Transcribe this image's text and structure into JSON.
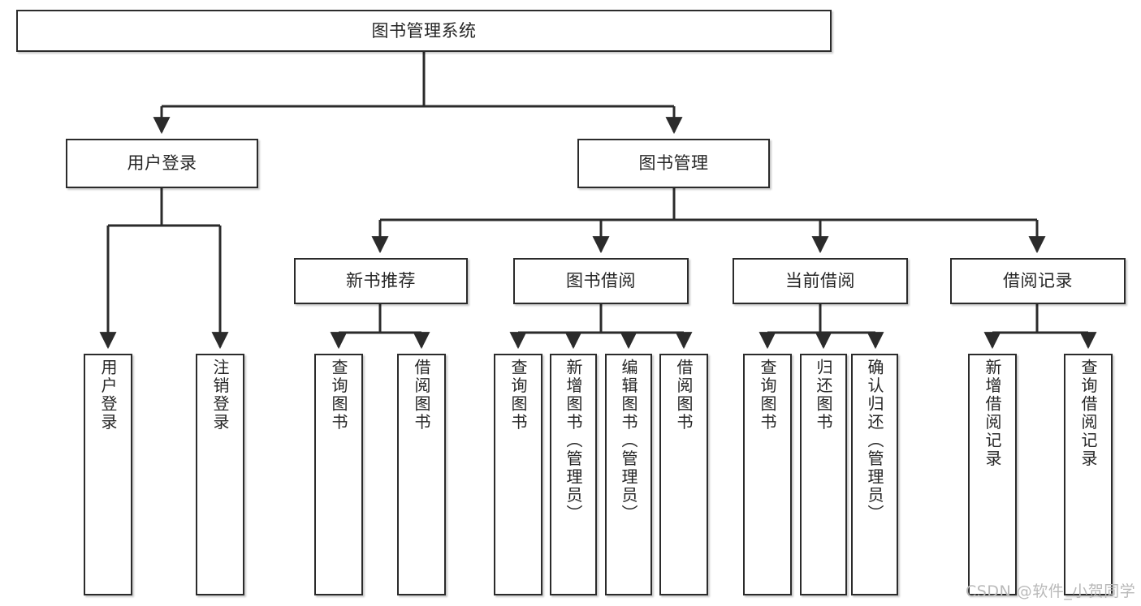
{
  "diagram": {
    "title": "图书管理系统",
    "type": "tree-hierarchy",
    "watermark": "CSDN @软件_小贺同学",
    "colors": {
      "box_border": "#2b2b2b",
      "box_fill": "#ffffff",
      "edge": "#2b2b2b",
      "text": "#262626",
      "watermark": "#b9b9b9"
    }
  },
  "nodes": {
    "root": {
      "label": "图书管理系统",
      "level": 1
    },
    "level2": [
      {
        "id": "user-login",
        "label": "用户登录"
      },
      {
        "id": "book-management",
        "label": "图书管理"
      }
    ],
    "level3": [
      {
        "id": "new-book-recommend",
        "label": "新书推荐"
      },
      {
        "id": "book-borrow",
        "label": "图书借阅"
      },
      {
        "id": "current-borrow",
        "label": "当前借阅"
      },
      {
        "id": "borrow-record",
        "label": "借阅记录"
      }
    ],
    "leaves": {
      "user-login": [
        {
          "id": "leaf-user-login",
          "label": "用户登录"
        },
        {
          "id": "leaf-logout-login",
          "label": "注销登录"
        }
      ],
      "new-book-recommend": [
        {
          "id": "leaf-query-book-1",
          "label": "查询图书"
        },
        {
          "id": "leaf-borrow-book-1",
          "label": "借阅图书"
        }
      ],
      "book-borrow": [
        {
          "id": "leaf-query-book-2",
          "label": "查询图书"
        },
        {
          "id": "leaf-add-book",
          "label": "新增图书（管理员）"
        },
        {
          "id": "leaf-edit-book",
          "label": "编辑图书（管理员）"
        },
        {
          "id": "leaf-borrow-book-2",
          "label": "借阅图书"
        }
      ],
      "current-borrow": [
        {
          "id": "leaf-query-book-3",
          "label": "查询图书"
        },
        {
          "id": "leaf-return-book",
          "label": "归还图书"
        },
        {
          "id": "leaf-confirm-return",
          "label": "确认归还（管理员）"
        }
      ],
      "borrow-record": [
        {
          "id": "leaf-add-record",
          "label": "新增借阅记录"
        },
        {
          "id": "leaf-query-record",
          "label": "查询借阅记录"
        }
      ]
    }
  }
}
